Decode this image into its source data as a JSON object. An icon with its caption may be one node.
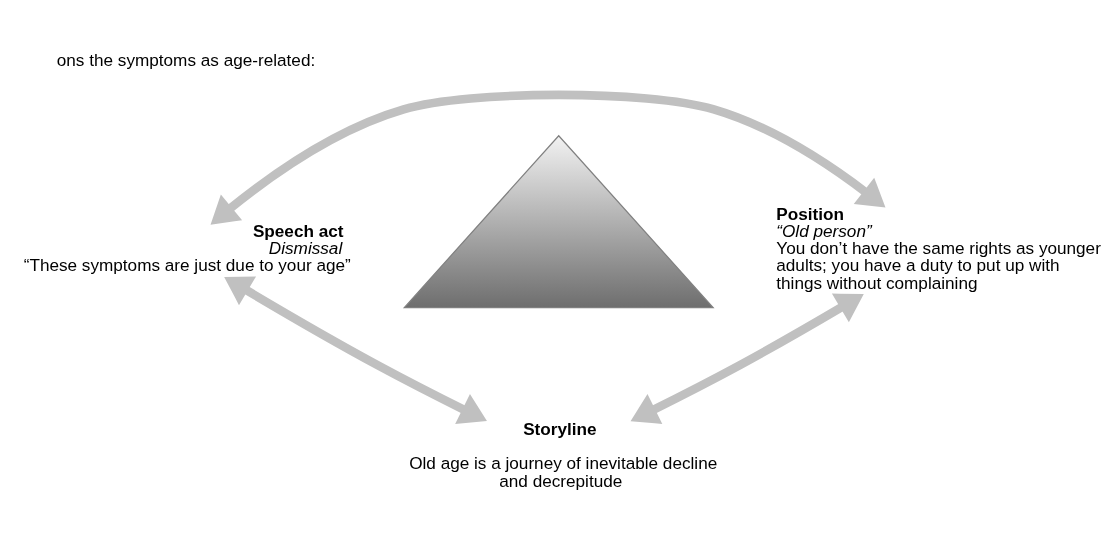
{
  "diagram": {
    "nodes": [
      {
        "text": [
          "Speech act",
          "Dismissal",
          "“These symptoms are just due to your age”"
        ]
      },
      {
        "text": [
          "Position",
          "“Old person”",
          "You don’t have the same rights as younger adults; you have a duty to put up with things without complaining"
        ]
      },
      {
        "text": [],
        "shape": "triangle"
      },
      {
        "text": [
          "Storyline",
          "Old age is a journey of inevitable decline and decrepitude"
        ]
      }
    ],
    "edges": [
      {
        "from": 0,
        "to": 1,
        "arrow": "both"
      },
      {
        "from": 0,
        "to": 3,
        "arrow": "both"
      },
      {
        "from": 1,
        "to": 3,
        "arrow": "both"
      }
    ],
    "labels": [
      "ons the symptoms as age-related:"
    ]
  }
}
